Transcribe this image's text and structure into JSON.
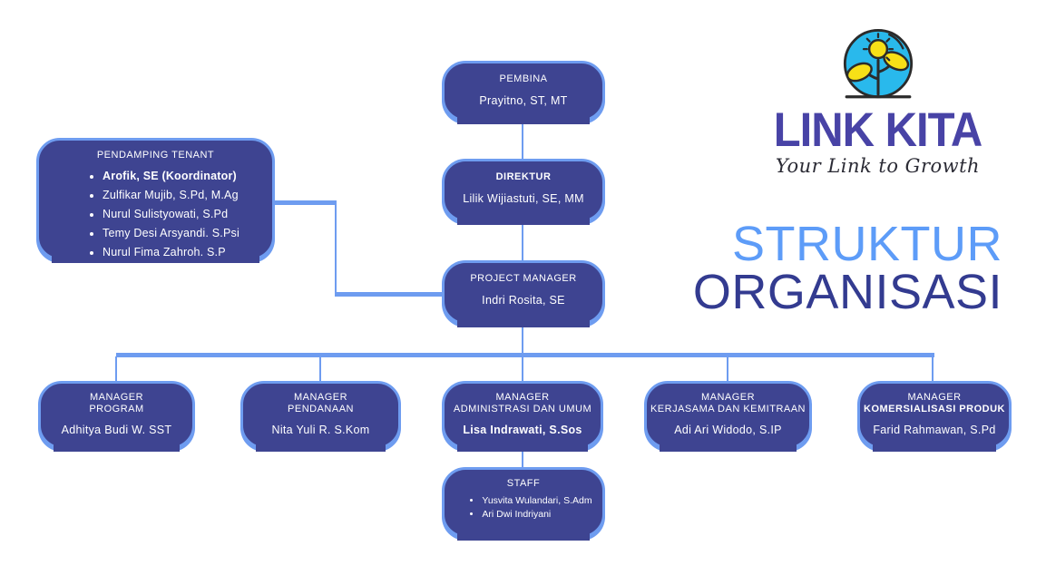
{
  "brand": {
    "name": "LINK KITA",
    "tagline": "Your Link to Growth"
  },
  "title": {
    "line1": "STRUKTUR",
    "line2": "ORGANISASI"
  },
  "colors": {
    "node_fill": "#3E4491",
    "node_border": "#6E9CF0",
    "connector": "#6E9CF0",
    "title_light_blue": "#5D9CF8",
    "title_dark_blue": "#333B90",
    "brand_text": "#4843A6",
    "logo_circle": "#29B9EC",
    "logo_yellow": "#F7E017",
    "node_text": "#FFFFFF"
  },
  "org": {
    "pembina": {
      "title": "PEMBINA",
      "name": "Prayitno, ST, MT"
    },
    "direktur": {
      "title": "DIREKTUR",
      "name": "Lilik Wijiastuti, SE, MM"
    },
    "project_manager": {
      "title": "PROJECT MANAGER",
      "name": "Indri Rosita, SE"
    },
    "pendamping_tenant": {
      "title": "PENDAMPING TENANT",
      "members": [
        "Arofik, SE (Koordinator)",
        "Zulfikar Mujib, S.Pd, M.Ag",
        "Nurul Sulistyowati, S.Pd",
        "Temy Desi Arsyandi. S.Psi",
        "Nurul Fima Zahroh, S.P"
      ]
    },
    "managers": [
      {
        "title_line1": "MANAGER",
        "title_line2": "PROGRAM",
        "name": "Adhitya Budi W. SST"
      },
      {
        "title_line1": "MANAGER",
        "title_line2": "PENDANAAN",
        "name": "Nita Yuli R. S.Kom"
      },
      {
        "title_line1": "MANAGER",
        "title_line2": "ADMINISTRASI DAN UMUM",
        "name": "Lisa Indrawati, S.Sos"
      },
      {
        "title_line1": "MANAGER",
        "title_line2": "KERJASAMA DAN KEMITRAAN",
        "name": "Adi Ari Widodo, S.IP"
      },
      {
        "title_line1": "MANAGER",
        "title_line2": "KOMERSIALISASI PRODUK",
        "name": "Farid Rahmawan, S.Pd"
      }
    ],
    "staff": {
      "title": "STAFF",
      "members": [
        "Yusvita Wulandari, S.Adm",
        "Ari Dwi Indriyani"
      ]
    }
  }
}
